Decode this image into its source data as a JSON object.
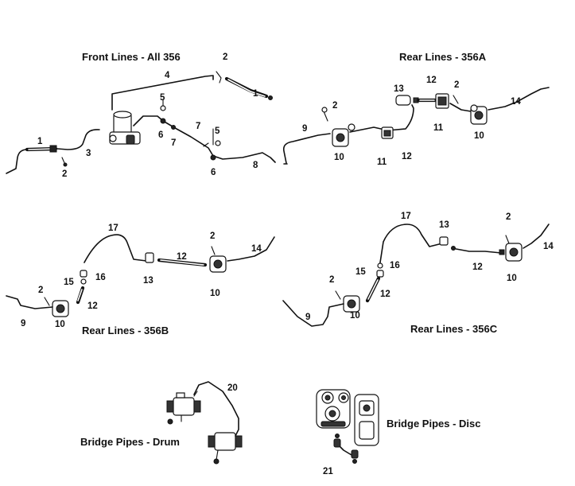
{
  "sections": {
    "front_all": {
      "title": "Front Lines - All 356",
      "callouts": [
        "1",
        "2",
        "3",
        "4",
        "5",
        "6",
        "7",
        "7",
        "5",
        "6",
        "8",
        "1",
        "2"
      ]
    },
    "rear_356a": {
      "title": "Rear Lines - 356A",
      "callouts": [
        "2",
        "9",
        "10",
        "11",
        "12",
        "13",
        "12",
        "2",
        "11",
        "10",
        "14"
      ]
    },
    "rear_356b": {
      "title": "Rear Lines - 356B",
      "callouts": [
        "17",
        "13",
        "12",
        "2",
        "14",
        "10",
        "15",
        "16",
        "12",
        "2",
        "9",
        "10"
      ]
    },
    "rear_356c": {
      "title": "Rear Lines - 356C",
      "callouts": [
        "17",
        "13",
        "2",
        "14",
        "12",
        "10",
        "15",
        "16",
        "12",
        "2",
        "9",
        "10"
      ]
    },
    "bridge_drum": {
      "title": "Bridge Pipes - Drum",
      "callouts": [
        "20"
      ]
    },
    "bridge_disc": {
      "title": "Bridge Pipes - Disc",
      "callouts": [
        "21"
      ]
    }
  }
}
